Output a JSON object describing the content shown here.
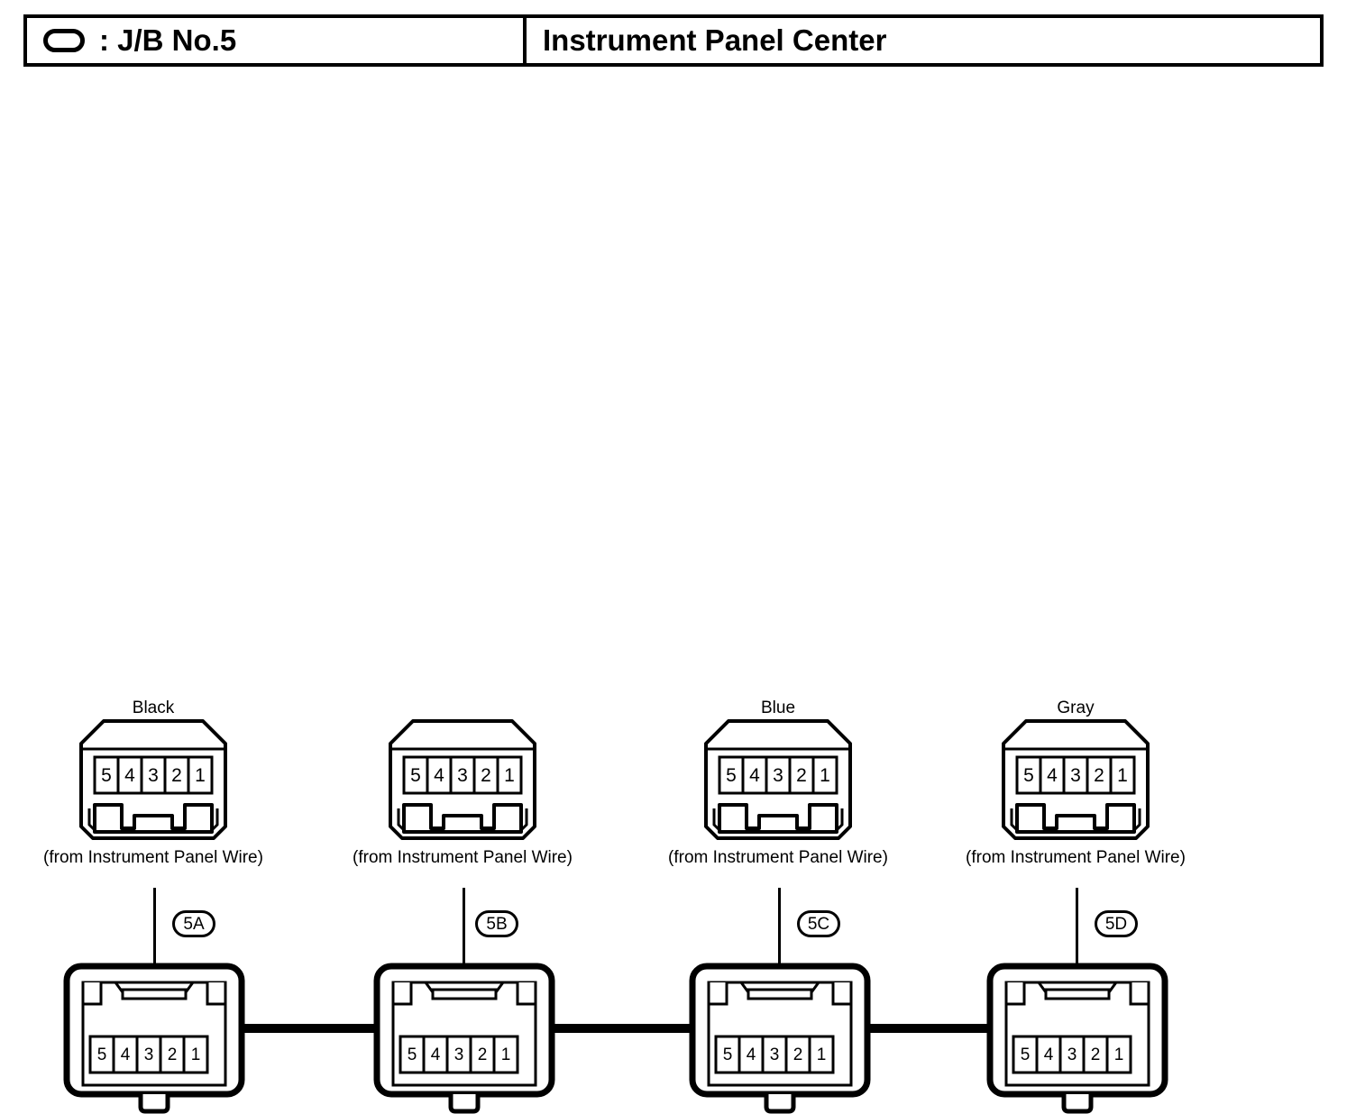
{
  "header": {
    "icon": "oval-icon",
    "code_label": ": J/B No.5",
    "title": "Instrument Panel Center"
  },
  "diagram": {
    "pin_numbers": [
      "5",
      "4",
      "3",
      "2",
      "1"
    ],
    "from_label": "(from Instrument Panel Wire)",
    "top_connectors": [
      {
        "color_label": "Black",
        "from_label": "(from Instrument Panel Wire)"
      },
      {
        "color_label": "",
        "from_label": "(from Instrument Panel Wire)"
      },
      {
        "color_label": "Blue",
        "from_label": "(from Instrument Panel Wire)"
      },
      {
        "color_label": "Gray",
        "from_label": "(from Instrument Panel Wire)"
      }
    ],
    "badges": [
      "5A",
      "5B",
      "5C",
      "5D"
    ],
    "bottom_connectors": [
      {
        "id": "5A",
        "pins": [
          "5",
          "4",
          "3",
          "2",
          "1"
        ]
      },
      {
        "id": "5B",
        "pins": [
          "5",
          "4",
          "3",
          "2",
          "1"
        ]
      },
      {
        "id": "5C",
        "pins": [
          "5",
          "4",
          "3",
          "2",
          "1"
        ]
      },
      {
        "id": "5D",
        "pins": [
          "5",
          "4",
          "3",
          "2",
          "1"
        ]
      }
    ]
  },
  "colors": {
    "line": "#000000",
    "background": "#ffffff"
  }
}
